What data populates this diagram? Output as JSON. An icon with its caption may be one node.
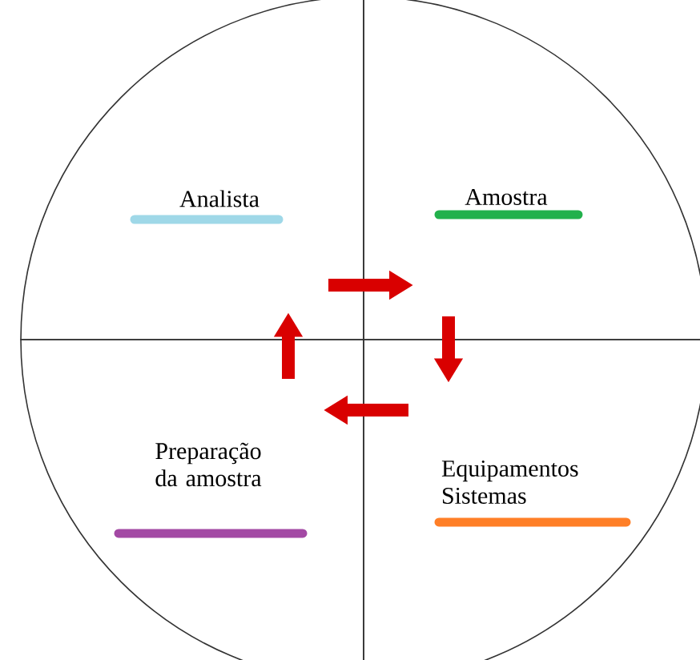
{
  "diagram": {
    "nodes": [
      {
        "text": [
          "Analista"
        ]
      },
      {
        "text": [
          "Amostra"
        ]
      },
      {
        "text": [
          "Preparação da amostra"
        ]
      },
      {
        "text": [
          "Equipamentos Sistemas"
        ]
      }
    ],
    "edges": [
      {
        "from": 0,
        "to": 1,
        "arrow": "to"
      },
      {
        "from": 1,
        "to": 3,
        "arrow": "to"
      },
      {
        "from": 3,
        "to": 2,
        "arrow": "to"
      },
      {
        "from": 2,
        "to": 0,
        "arrow": "to"
      }
    ]
  }
}
